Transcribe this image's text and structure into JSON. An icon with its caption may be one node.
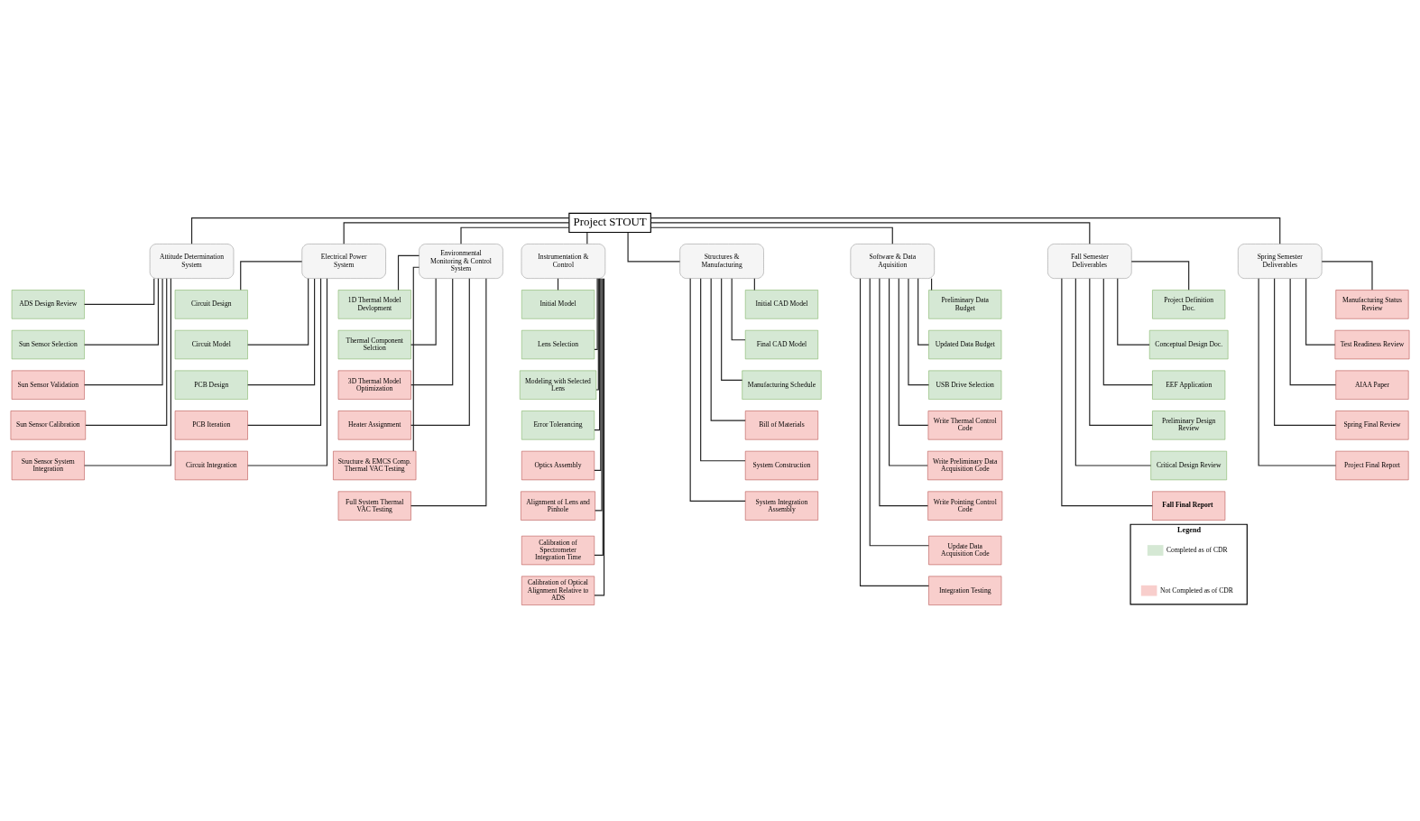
{
  "diagram": {
    "nodes": [
      {
        "text": [
          "Project STOUT"
        ]
      },
      {
        "text": [
          "Attitude Determination System"
        ]
      },
      {
        "text": [
          "ADS Design Review"
        ]
      },
      {
        "text": [
          "Sun Sensor Selection"
        ]
      },
      {
        "text": [
          "Sun Sensor Validation"
        ]
      },
      {
        "text": [
          "Sun Sensor Calibration"
        ]
      },
      {
        "text": [
          "Sun Sensor System Integration"
        ]
      },
      {
        "text": [
          "Electrical Power System"
        ]
      },
      {
        "text": [
          "Circuit Design"
        ]
      },
      {
        "text": [
          "Circuit Model"
        ]
      },
      {
        "text": [
          "PCB Design"
        ]
      },
      {
        "text": [
          "PCB Iteration"
        ]
      },
      {
        "text": [
          "Circuit Integration"
        ]
      },
      {
        "text": [
          "Environmental Monitoring & Control System"
        ]
      },
      {
        "text": [
          "1D Thermal Model Devlopment"
        ]
      },
      {
        "text": [
          "Thermal Component Selction"
        ]
      },
      {
        "text": [
          "3D Thermal Model Optimization"
        ]
      },
      {
        "text": [
          "Heater Assignment"
        ]
      },
      {
        "text": [
          "Structure & EMCS Comp. Thermal VAC Testing"
        ]
      },
      {
        "text": [
          "Full System Thermal VAC Testing"
        ]
      },
      {
        "text": [
          "Instrumentation & Control"
        ]
      },
      {
        "text": [
          "Initial Model"
        ]
      },
      {
        "text": [
          "Lens Selection"
        ]
      },
      {
        "text": [
          "Modeling with Selected Lens"
        ]
      },
      {
        "text": [
          "Error Tolerancing"
        ]
      },
      {
        "text": [
          "Optics Assembly"
        ]
      },
      {
        "text": [
          "Alignment of Lens and Pinhole"
        ]
      },
      {
        "text": [
          "Calibration of Spectrometer Integration Time"
        ]
      },
      {
        "text": [
          "Calibration of Optical Alignment Relative to ADS"
        ]
      },
      {
        "text": [
          "Structures & Manufacturing"
        ]
      },
      {
        "text": [
          "Initial CAD Model"
        ]
      },
      {
        "text": [
          "Final CAD Model"
        ]
      },
      {
        "text": [
          "Manufacturing Schedule"
        ]
      },
      {
        "text": [
          "Bill of Materials"
        ]
      },
      {
        "text": [
          "System Construction"
        ]
      },
      {
        "text": [
          "System Integration Assembly"
        ]
      },
      {
        "text": [
          "Software & Data Aquisition"
        ]
      },
      {
        "text": [
          "Preliminary Data Budget"
        ]
      },
      {
        "text": [
          "Updated Data Budget"
        ]
      },
      {
        "text": [
          "USB Drive Selection"
        ]
      },
      {
        "text": [
          "Write Thermal Control Code"
        ]
      },
      {
        "text": [
          "Write Preliminary Data Acquisition Code"
        ]
      },
      {
        "text": [
          "Write Pointing Control Code"
        ]
      },
      {
        "text": [
          "Update Data Acquisition Code"
        ]
      },
      {
        "text": [
          "Integration Testing"
        ]
      },
      {
        "text": [
          "Fall Semester Deliverables"
        ]
      },
      {
        "text": [
          "Project Definition Doc."
        ]
      },
      {
        "text": [
          "Conceptual Design Doc."
        ]
      },
      {
        "text": [
          "EEF Application"
        ]
      },
      {
        "text": [
          "Preliminary Design Review"
        ]
      },
      {
        "text": [
          "Critical Design Review"
        ]
      },
      {
        "text": [
          "Fall Final Report"
        ]
      },
      {
        "text": [
          "Spring Semester Deliverables"
        ]
      },
      {
        "text": [
          "Manufacturing Status Review"
        ]
      },
      {
        "text": [
          "Test Readiness Review"
        ]
      },
      {
        "text": [
          "AIAA Paper"
        ]
      },
      {
        "text": [
          "Spring Final Review"
        ]
      },
      {
        "text": [
          "Project Final Report"
        ]
      },
      {
        "text": [
          "Legend"
        ]
      }
    ],
    "edges": [
      {
        "from": 0,
        "to": 1,
        "arrow": "none"
      },
      {
        "from": 0,
        "to": 7,
        "arrow": "none"
      },
      {
        "from": 0,
        "to": 13,
        "arrow": "none"
      },
      {
        "from": 0,
        "to": 20,
        "arrow": "none"
      },
      {
        "from": 0,
        "to": 29,
        "arrow": "none"
      },
      {
        "from": 0,
        "to": 36,
        "arrow": "none"
      },
      {
        "from": 0,
        "to": 45,
        "arrow": "none"
      },
      {
        "from": 0,
        "to": 52,
        "arrow": "none"
      },
      {
        "from": 1,
        "to": 2,
        "arrow": "none"
      },
      {
        "from": 1,
        "to": 3,
        "arrow": "none"
      },
      {
        "from": 1,
        "to": 4,
        "arrow": "none"
      },
      {
        "from": 1,
        "to": 5,
        "arrow": "none"
      },
      {
        "from": 1,
        "to": 6,
        "arrow": "none"
      },
      {
        "from": 7,
        "to": 8,
        "arrow": "none"
      },
      {
        "from": 7,
        "to": 9,
        "arrow": "none"
      },
      {
        "from": 7,
        "to": 10,
        "arrow": "none"
      },
      {
        "from": 7,
        "to": 11,
        "arrow": "none"
      },
      {
        "from": 7,
        "to": 12,
        "arrow": "none"
      },
      {
        "from": 13,
        "to": 14,
        "arrow": "none"
      },
      {
        "from": 13,
        "to": 15,
        "arrow": "none"
      },
      {
        "from": 13,
        "to": 16,
        "arrow": "none"
      },
      {
        "from": 13,
        "to": 17,
        "arrow": "none"
      },
      {
        "from": 13,
        "to": 18,
        "arrow": "none"
      },
      {
        "from": 13,
        "to": 19,
        "arrow": "none"
      },
      {
        "from": 20,
        "to": 21,
        "arrow": "none"
      },
      {
        "from": 20,
        "to": 22,
        "arrow": "none"
      },
      {
        "from": 20,
        "to": 23,
        "arrow": "none"
      },
      {
        "from": 20,
        "to": 24,
        "arrow": "none"
      },
      {
        "from": 20,
        "to": 25,
        "arrow": "none"
      },
      {
        "from": 20,
        "to": 26,
        "arrow": "none"
      },
      {
        "from": 20,
        "to": 27,
        "arrow": "none"
      },
      {
        "from": 20,
        "to": 28,
        "arrow": "none"
      },
      {
        "from": 29,
        "to": 30,
        "arrow": "none"
      },
      {
        "from": 29,
        "to": 31,
        "arrow": "none"
      },
      {
        "from": 29,
        "to": 32,
        "arrow": "none"
      },
      {
        "from": 29,
        "to": 33,
        "arrow": "none"
      },
      {
        "from": 29,
        "to": 34,
        "arrow": "none"
      },
      {
        "from": 29,
        "to": 35,
        "arrow": "none"
      },
      {
        "from": 36,
        "to": 37,
        "arrow": "none"
      },
      {
        "from": 36,
        "to": 38,
        "arrow": "none"
      },
      {
        "from": 36,
        "to": 39,
        "arrow": "none"
      },
      {
        "from": 36,
        "to": 40,
        "arrow": "none"
      },
      {
        "from": 36,
        "to": 41,
        "arrow": "none"
      },
      {
        "from": 36,
        "to": 42,
        "arrow": "none"
      },
      {
        "from": 36,
        "to": 43,
        "arrow": "none"
      },
      {
        "from": 36,
        "to": 44,
        "arrow": "none"
      },
      {
        "from": 45,
        "to": 46,
        "arrow": "none"
      },
      {
        "from": 45,
        "to": 47,
        "arrow": "none"
      },
      {
        "from": 45,
        "to": 48,
        "arrow": "none"
      },
      {
        "from": 45,
        "to": 49,
        "arrow": "none"
      },
      {
        "from": 45,
        "to": 50,
        "arrow": "none"
      },
      {
        "from": 45,
        "to": 51,
        "arrow": "none"
      },
      {
        "from": 52,
        "to": 53,
        "arrow": "none"
      },
      {
        "from": 52,
        "to": 54,
        "arrow": "none"
      },
      {
        "from": 52,
        "to": 55,
        "arrow": "none"
      },
      {
        "from": 52,
        "to": 56,
        "arrow": "none"
      },
      {
        "from": 52,
        "to": 57,
        "arrow": "none"
      }
    ],
    "legend": [
      {
        "text": "Completed as of CDR",
        "color": "#d5e8d4"
      },
      {
        "text": "Not Completed as of CDR",
        "color": "#f8cecc"
      }
    ]
  }
}
